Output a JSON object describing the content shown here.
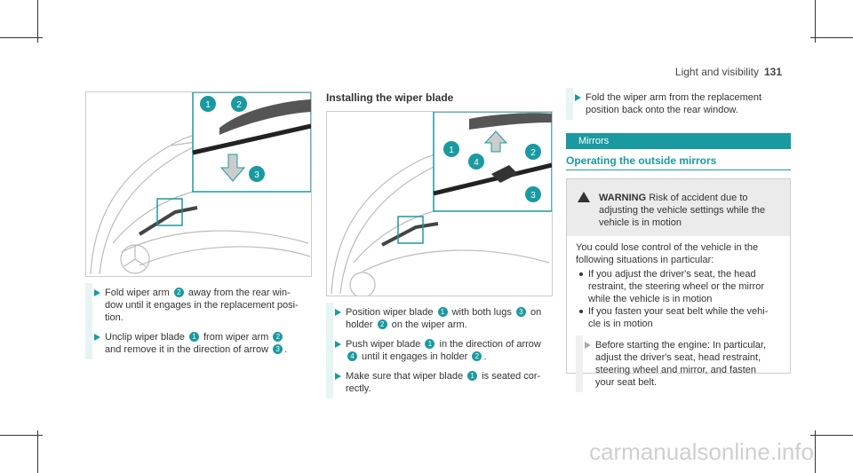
{
  "header": {
    "section": "Light and visibility",
    "page": "131"
  },
  "col1": {
    "steps": [
      [
        "Fold wiper arm ",
        "2",
        " away from the rear win-\ndow until it engages in the replacement posi-\ntion."
      ],
      [
        "Unclip wiper blade ",
        "1",
        " from wiper arm ",
        "2",
        "\nand remove it in the direction of arrow ",
        "3",
        "."
      ]
    ]
  },
  "col2": {
    "title": "Installing the wiper blade",
    "steps": [
      [
        "Position wiper blade ",
        "1",
        " with both lugs ",
        "3",
        " on\nholder ",
        "2",
        " on the wiper arm."
      ],
      [
        "Push wiper blade ",
        "1",
        " in the direction of arrow\n",
        "4",
        " until it engages in holder ",
        "2",
        "."
      ],
      [
        "Make sure that wiper blade ",
        "1",
        " is seated cor-\nrectly."
      ]
    ]
  },
  "col3": {
    "step": "Fold the wiper arm from the replacement\nposition back onto the rear window.",
    "section_title": "Mirrors",
    "subsection_title": "Operating the outside mirrors",
    "warning": {
      "label": "WARNING",
      "text": " Risk of accident due to\nadjusting the vehicle settings while the\nvehicle is in motion",
      "intro": "You could lose control of the vehicle in the\nfollowing situations in particular:",
      "bullets": [
        "If you adjust the driver's seat, the head\nrestraint, the steering wheel or the mirror\nwhile the vehicle is in motion",
        "If you fasten your seat belt while the vehi-\ncle is in motion"
      ],
      "step": "Before starting the engine: In particular,\nadjust the driver's seat, head restraint,\nsteering wheel and mirror, and fasten\nyour seat belt."
    }
  },
  "figure_labels": [
    "1",
    "2",
    "3",
    "4"
  ],
  "watermark": "carmanualsonline.info",
  "colors": {
    "accent": "#1a9aa0"
  }
}
